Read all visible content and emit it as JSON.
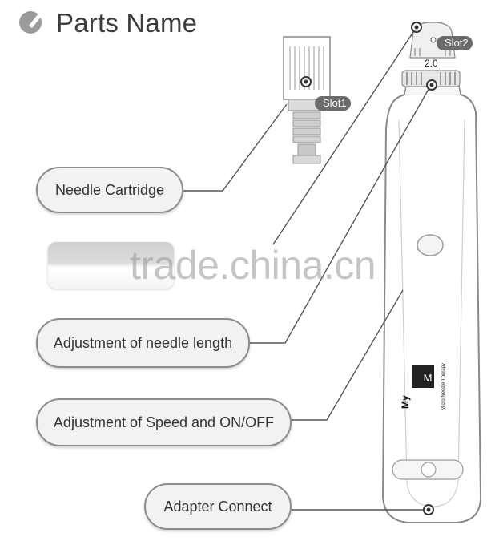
{
  "header": {
    "title": "Parts Name",
    "icon": "pencil-icon"
  },
  "labels": {
    "needle_cartridge": "Needle Cartridge",
    "needle_length": "Adjustment of needle length",
    "speed_onoff": "Adjustment of Speed and ON/OFF",
    "adapter": "Adapter Connect"
  },
  "slots": {
    "slot1": "Slot1",
    "slot2": "Slot2"
  },
  "device": {
    "speed_value": "2.0",
    "brand": "My",
    "brand_mark": "M",
    "tagline": "Micro Needle Therapy"
  },
  "watermark": "trade.china.cn"
}
